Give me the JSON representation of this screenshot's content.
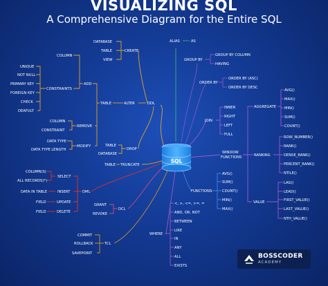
{
  "header": {
    "title": "VISUALIZING SQL",
    "subtitle": "A Comprehensive Diagram for the Entire SQL"
  },
  "colors": {
    "background": "#133a93",
    "ddl": "#e0a32c",
    "dml": "#e0322c",
    "dcl": "#d24b78",
    "tcl": "#c89234",
    "queries": "#2f9bd8",
    "functions": "#3e86e0",
    "group_order": "#7f55c8",
    "alias": "#36b08a",
    "join_window": "#9b59d0",
    "where": "#9a57c5"
  },
  "center": {
    "label": "SQL"
  },
  "ddl": {
    "label": "DDL",
    "create": {
      "label": "CREATE",
      "items": [
        "DATABASE",
        "TABLE",
        "VIEW"
      ]
    },
    "alter": {
      "label": "ALTER",
      "table_label": "TABLE",
      "add": {
        "label": "ADD",
        "column": "COLUMN",
        "constraints_label": "CONSTRAINTS",
        "constraints": [
          "UNIQUE",
          "NOT NULL",
          "PRIMARY KEY",
          "FOREIGN KEY",
          "CHECK",
          "DEAFULT"
        ]
      },
      "remove": {
        "label": "REMOVE",
        "items": [
          "COLUMN",
          "CONSTRAINT"
        ]
      },
      "modify": {
        "label": "MODIFY",
        "items": [
          "DATA TYPE",
          "DATA TYPE LENGTH"
        ]
      }
    },
    "drop": {
      "label": "DROP",
      "items": [
        "TABLE",
        "DATABASE"
      ]
    },
    "truncate": {
      "label": "TRUNCATE",
      "table": "TABLE"
    }
  },
  "dml": {
    "label": "DML",
    "select": {
      "label": "SELECT",
      "items": [
        "COLUMN(S)",
        "ALL RECORDS(*)"
      ]
    },
    "insert": {
      "label": "INSERT",
      "item": "DATA IN TABLE"
    },
    "update": {
      "label": "UPDATE",
      "item": "FIELD"
    },
    "delete": {
      "label": "DELETE",
      "item": "FIELD"
    }
  },
  "dcl": {
    "label": "DCL",
    "items": [
      "GRANT",
      "REVOKE"
    ]
  },
  "tcl": {
    "label": "TCL",
    "items": [
      "COMMIT",
      "ROLLBACK",
      "SAVEPOINT"
    ]
  },
  "alias": {
    "label": "ALIAS",
    "value": "AS"
  },
  "group_by": {
    "label": "GROUP BY",
    "items": [
      "GROUP BY COLUMN",
      "HAVING"
    ]
  },
  "order_by": {
    "label": "ORDER BY",
    "items": [
      "ORDER BY (ASC)",
      "ORDER BY DESC"
    ]
  },
  "join": {
    "label": "JOIN",
    "items": [
      "INNER",
      "RIGHT",
      "LEFT",
      "FULL"
    ]
  },
  "window_functions": {
    "label_line1": "WINDOW",
    "label_line2": "FUNCTIONS",
    "aggregate": {
      "label": "AGGREGATE",
      "items": [
        "AVG()",
        "MAX()",
        "MIN()",
        "SUM()",
        "COUNT()"
      ]
    },
    "ranking": {
      "label": "RANKING",
      "items": [
        "ROW_NUMBER()",
        "RANK()",
        "DENSE_RANK()",
        "PERCENT_RANK()",
        "NTILE()"
      ]
    },
    "value": {
      "label": "VALUE",
      "items": [
        "LAG()",
        "LEAD()",
        "FIRST_VALUE()",
        "LAST_VALUE()",
        "NTH_VALUE()"
      ]
    }
  },
  "functions": {
    "label": "FUNCTIONS",
    "items": [
      "AVG()",
      "SUM()",
      "COUNT()",
      "MIN()",
      "MAX()"
    ]
  },
  "where": {
    "label": "WHERE",
    "items": [
      "<, >, <=, >=, =",
      "AND, OR, NOT",
      "BETWEEN",
      "LIKE",
      "IN",
      "ANY",
      "ALL",
      "EXISTS"
    ]
  },
  "brand": {
    "name": "BOSSCODER",
    "tagline": "ACADEMY"
  }
}
